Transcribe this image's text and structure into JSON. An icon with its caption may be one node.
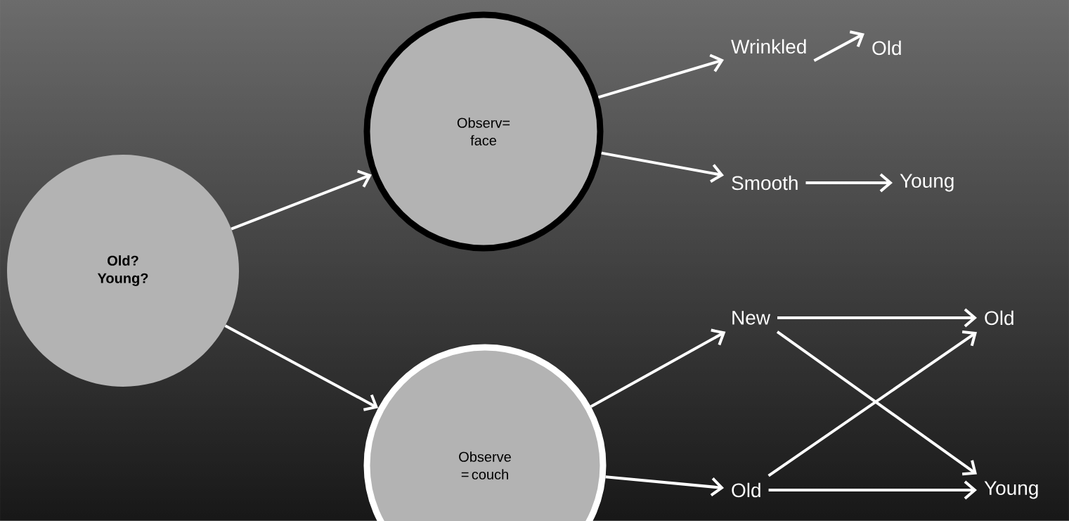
{
  "diagram": {
    "nodes": [
      {
        "text": [
          "Old? Young?"
        ]
      },
      {
        "text": [
          "Observ= face"
        ]
      },
      {
        "text": [
          "Observe = couch"
        ]
      },
      {
        "text": [
          "Wrinkled"
        ]
      },
      {
        "text": [
          "Old"
        ]
      },
      {
        "text": [
          "Smooth"
        ]
      },
      {
        "text": [
          "Young"
        ]
      },
      {
        "text": [
          "New"
        ]
      },
      {
        "text": [
          "Old"
        ]
      },
      {
        "text": [
          "Old"
        ]
      },
      {
        "text": [
          "Young"
        ]
      }
    ],
    "edges": [
      {
        "from": 0,
        "to": 1,
        "arrow": "to"
      },
      {
        "from": 0,
        "to": 2,
        "arrow": "to"
      },
      {
        "from": 1,
        "to": 3,
        "arrow": "to"
      },
      {
        "from": 1,
        "to": 5,
        "arrow": "to"
      },
      {
        "from": 2,
        "to": 7,
        "arrow": "to"
      },
      {
        "from": 2,
        "to": 9,
        "arrow": "to"
      },
      {
        "from": 3,
        "to": 4,
        "arrow": "to"
      },
      {
        "from": 5,
        "to": 6,
        "arrow": "to"
      },
      {
        "from": 7,
        "to": 8,
        "arrow": "to"
      },
      {
        "from": 9,
        "to": 10,
        "arrow": "to"
      },
      {
        "from": 7,
        "to": 10,
        "arrow": "to"
      },
      {
        "from": 9,
        "to": 8,
        "arrow": "to"
      }
    ]
  }
}
